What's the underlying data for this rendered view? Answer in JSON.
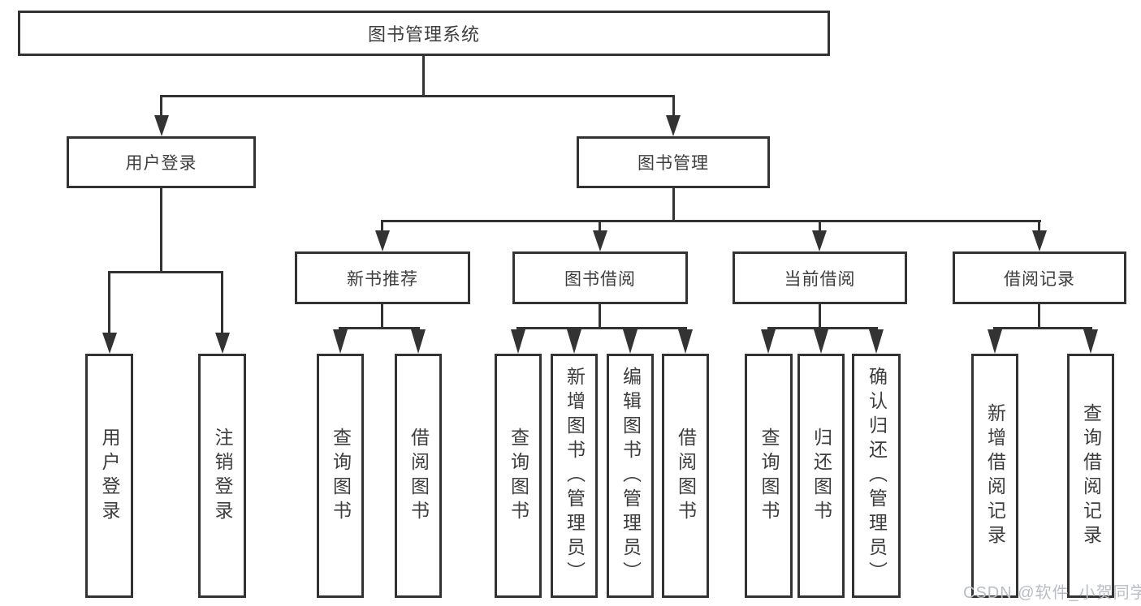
{
  "diagram": {
    "title": "图书管理系统",
    "level1": [
      {
        "label": "用户登录"
      },
      {
        "label": "图书管理"
      }
    ],
    "level2": [
      {
        "label": "新书推荐"
      },
      {
        "label": "图书借阅"
      },
      {
        "label": "当前借阅"
      },
      {
        "label": "借阅记录"
      }
    ],
    "leaves": {
      "user_login": [
        "用户登录",
        "注销登录"
      ],
      "new_books": [
        "查询图书",
        "借阅图书"
      ],
      "book_borrow": [
        "查询图书",
        "新增图书（管理员）",
        "编辑图书（管理员）",
        "借阅图书"
      ],
      "current_borrow": [
        "查询图书",
        "归还图书",
        "确认归还（管理员）"
      ],
      "borrow_records": [
        "新增借阅记录",
        "查询借阅记录"
      ]
    }
  },
  "watermark": {
    "text": "CSDN @软件_小贺同学"
  },
  "colors": {
    "line": "#333333",
    "text": "#3d3d3d",
    "watermark": "#b9bdc3",
    "background": "#ffffff"
  }
}
